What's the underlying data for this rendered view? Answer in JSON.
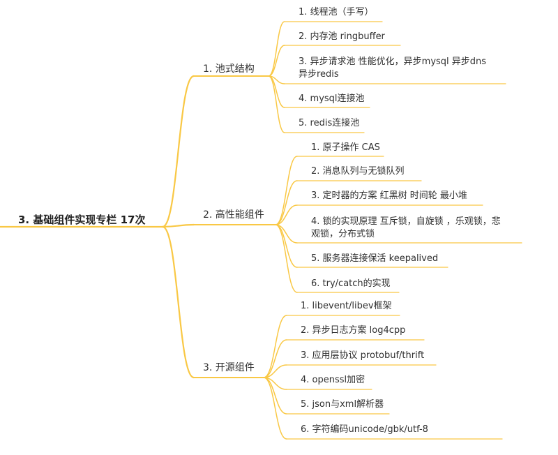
{
  "colors": {
    "branch": "#f9c845",
    "text": "#303030"
  },
  "root": {
    "label": "3. 基础组件实现专栏 17次"
  },
  "branches": [
    {
      "label": "1. 池式结构",
      "children": [
        {
          "lines": [
            "1. 线程池（手写）"
          ]
        },
        {
          "lines": [
            "2. 内存池 ringbuffer"
          ]
        },
        {
          "lines": [
            "3. 异步请求池 性能优化，异步mysql 异步dns",
            "异步redis"
          ]
        },
        {
          "lines": [
            "4. mysql连接池"
          ]
        },
        {
          "lines": [
            "5. redis连接池"
          ]
        }
      ]
    },
    {
      "label": "2. 高性能组件",
      "children": [
        {
          "lines": [
            "1. 原子操作 CAS"
          ]
        },
        {
          "lines": [
            "2. 消息队列与无锁队列"
          ]
        },
        {
          "lines": [
            "3. 定时器的方案 红黑树 时间轮 最小堆"
          ]
        },
        {
          "lines": [
            "4. 锁的实现原理 互斥锁，自旋锁 ，乐观锁，悲",
            "观锁，分布式锁"
          ]
        },
        {
          "lines": [
            "5. 服务器连接保活 keepalived"
          ]
        },
        {
          "lines": [
            "6. try/catch的实现"
          ]
        }
      ]
    },
    {
      "label": "3. 开源组件",
      "children": [
        {
          "lines": [
            "1. libevent/libev框架"
          ]
        },
        {
          "lines": [
            "2. 异步日志方案 log4cpp"
          ]
        },
        {
          "lines": [
            "3. 应用层协议 protobuf/thrift"
          ]
        },
        {
          "lines": [
            "4. openssl加密"
          ]
        },
        {
          "lines": [
            "5. json与xml解析器"
          ]
        },
        {
          "lines": [
            "6. 字符编码unicode/gbk/utf-8"
          ]
        }
      ]
    }
  ]
}
